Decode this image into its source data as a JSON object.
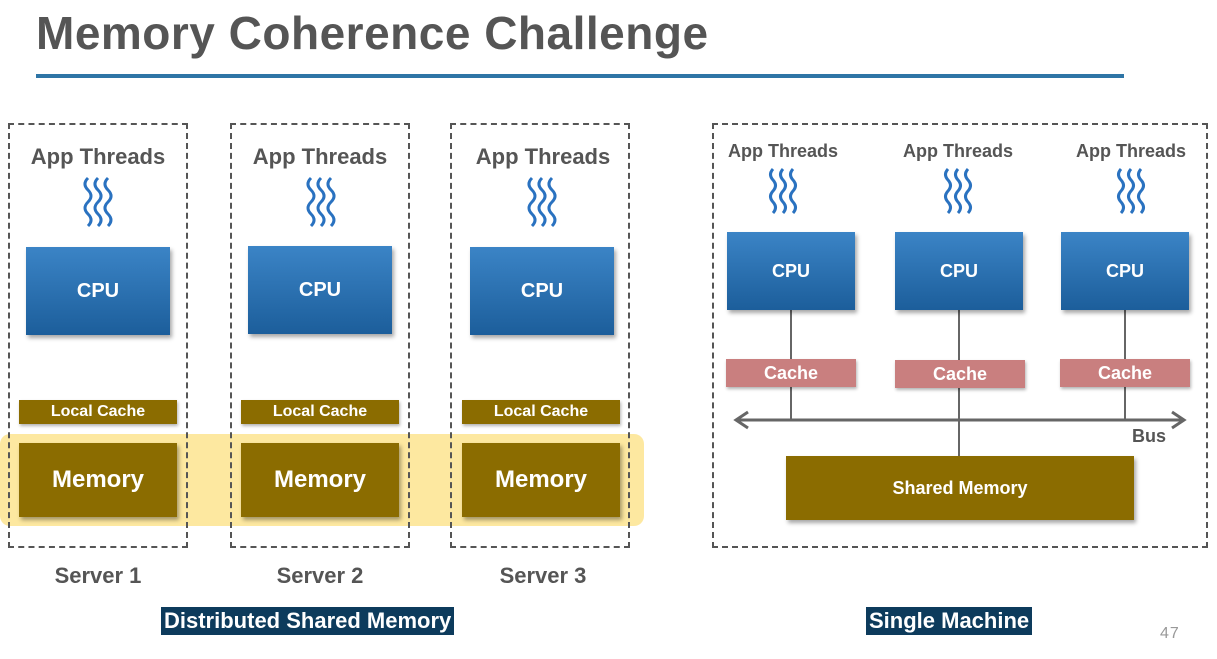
{
  "title": "Memory Coherence Challenge",
  "distributed": {
    "servers": [
      {
        "threads": "App Threads",
        "cpu": "CPU",
        "cache": "Local Cache",
        "memory": "Memory",
        "name": "Server 1"
      },
      {
        "threads": "App Threads",
        "cpu": "CPU",
        "cache": "Local Cache",
        "memory": "Memory",
        "name": "Server 2"
      },
      {
        "threads": "App Threads",
        "cpu": "CPU",
        "cache": "Local Cache",
        "memory": "Memory",
        "name": "Server 3"
      }
    ],
    "caption": "Distributed Shared Memory"
  },
  "single": {
    "cores": [
      {
        "threads": "App Threads",
        "cpu": "CPU",
        "cache": "Cache"
      },
      {
        "threads": "App Threads",
        "cpu": "CPU",
        "cache": "Cache"
      },
      {
        "threads": "App Threads",
        "cpu": "CPU",
        "cache": "Cache"
      }
    ],
    "bus": "Bus",
    "shared_memory": "Shared Memory",
    "caption": "Single Machine"
  },
  "page_number": "47",
  "colors": {
    "title_rule": "#2e75a6",
    "cpu": "#2a6fb0",
    "memory": "#8b6c00",
    "cache": "#c97f7f",
    "highlight": "#fde596",
    "caption_bg": "#0d3b5c"
  }
}
